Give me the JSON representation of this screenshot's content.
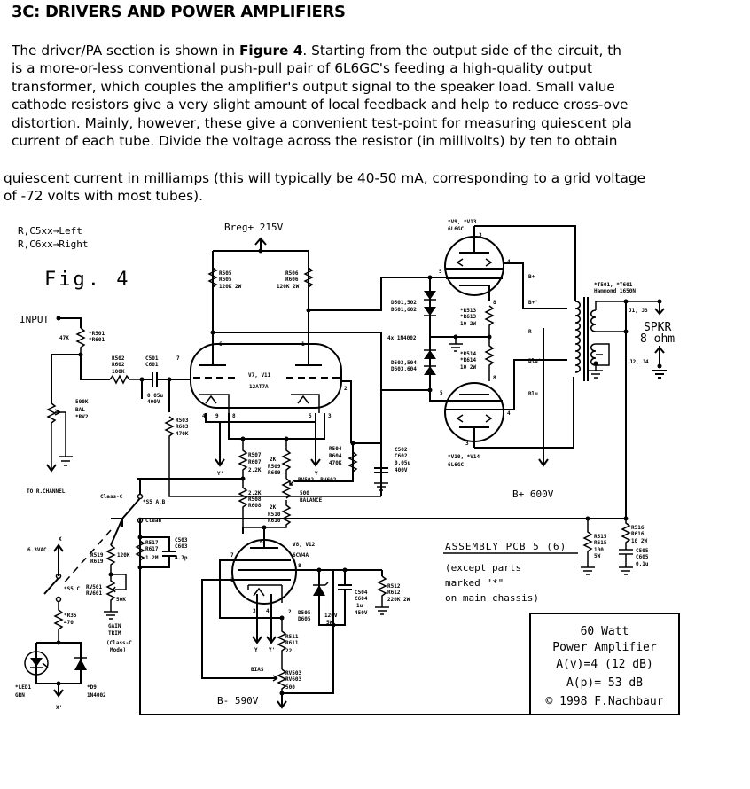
{
  "heading": "3C: DRIVERS AND POWER AMPLIFIERS",
  "paragraph": {
    "lines": [
      {
        "pre": "The driver/PA section is shown in ",
        "bold": "Figure 4",
        "post": ". Starting from the output side of the circuit, th"
      },
      {
        "text": "is a more-or-less conventional push-pull pair of 6L6GC's feeding a high-quality output"
      },
      {
        "text": "transformer, which couples the amplifier's output signal to the speaker load. Small value"
      },
      {
        "text": "cathode resistors give a very slight amount of local feedback and help to reduce cross-ove"
      },
      {
        "text": "distortion. Mainly, however, these give a convenient test-point for measuring quiescent pla"
      },
      {
        "text": "current of each tube. Divide the voltage across the resistor (in millivolts) by ten to obtain"
      }
    ],
    "continuation": [
      "quiescent current in milliamps (this will typically be 40-50 mA, corresponding to a grid voltage",
      "of -72 volts with most tubes)."
    ]
  },
  "figure": {
    "title": "Fig. 4",
    "legend": [
      "R,C5xx→Left",
      "R,C6xx→Right"
    ],
    "rails": {
      "breg": "Breg+ 215V",
      "bplus": "B+ 600V",
      "bminus": "B- 590V"
    },
    "input_label": "INPUT",
    "speaker": {
      "label": "SPKR",
      "impedance": "8 ohm",
      "jacks_top": "J1, J3",
      "jacks_bottom": "J2, J4"
    },
    "transformer": {
      "ref": "*T501, *T601",
      "model": "Hammond 1650N",
      "taps": [
        "B+",
        "B+'",
        "R",
        "Blu'",
        "Blu"
      ]
    },
    "tubes": {
      "driver": {
        "ref": "V7, V11",
        "type": "12AT7A",
        "pins": [
          "6",
          "1",
          "7",
          "2",
          "4",
          "9",
          "8",
          "5",
          "3"
        ]
      },
      "output_top": {
        "ref": "*V9, *V13",
        "type": "6L6GC",
        "pins": [
          "3",
          "5",
          "4",
          "8"
        ]
      },
      "output_bottom": {
        "ref": "*V10, *V14",
        "type": "6L6GC",
        "pins": [
          "8",
          "1",
          "5",
          "4",
          "3"
        ]
      },
      "bias": {
        "ref": "V8, V12",
        "type": "6CW4A",
        "pins": [
          "6",
          "7",
          "1",
          "8",
          "3",
          "4",
          "2"
        ]
      }
    },
    "components": {
      "r501": [
        "*R501",
        "*R601",
        "47K"
      ],
      "r502": [
        "R502",
        "R602",
        "100K"
      ],
      "c501": [
        "C501",
        "C601",
        "0.05u",
        "400V"
      ],
      "r503": [
        "R503",
        "R603",
        "470K"
      ],
      "r504": [
        "R504",
        "R604",
        "470K"
      ],
      "r505": [
        "R505",
        "R605",
        "120K 2W"
      ],
      "r506": [
        "R506",
        "R606",
        "120K 2W"
      ],
      "r507": [
        "R507",
        "R607",
        "2.2K"
      ],
      "r508": [
        "2.2K",
        "R508",
        "R608"
      ],
      "r509": [
        "2K",
        "R509",
        "R609"
      ],
      "r510": [
        "2K",
        "R510",
        "R610"
      ],
      "rv502": [
        "RV502, RV602",
        "500",
        "BALANCE"
      ],
      "c502": [
        "C502",
        "C602",
        "0.05u",
        "400V"
      ],
      "diodes": [
        "D501,502",
        "D601,602",
        "4x 1N4002",
        "D503,504",
        "D603,604"
      ],
      "r513": [
        "*R513",
        "*R613",
        "10 2W"
      ],
      "r514": [
        "*R514",
        "*R614",
        "10 2W"
      ],
      "rv2": [
        "500K",
        "BAL",
        "*RV2"
      ],
      "to_r": "TO R.CHANNEL",
      "switch": [
        "Class-C",
        "*S5 A,B",
        "Clean"
      ],
      "r517": [
        "R517",
        "R617",
        "1.2M"
      ],
      "c503": [
        "C503",
        "C603",
        "4.7p"
      ],
      "r519": [
        "R519",
        "R619",
        "120K"
      ],
      "rv501": [
        "RV501",
        "RV601",
        "50K"
      ],
      "gain": [
        "GAIN",
        "TRIM",
        "(Class-C",
        "Mode)"
      ],
      "s5c": [
        "6.3VAC",
        "X",
        "*S5 C"
      ],
      "r35": [
        "*R35",
        "470"
      ],
      "led": [
        "*LED1",
        "GRN"
      ],
      "d9": [
        "*D9",
        "1N4002"
      ],
      "xprime": "X'",
      "r511": [
        "R511",
        "R611",
        "22"
      ],
      "rv503": [
        "BIAS",
        "RV503",
        "RV603",
        "500"
      ],
      "d505": [
        "D505",
        "D605",
        "120V",
        "5W"
      ],
      "c504": [
        "C504",
        "C604",
        "1u",
        "450V"
      ],
      "r512": [
        "R512",
        "R612",
        "220K 2W"
      ],
      "r515": [
        "R515",
        "R615",
        "100",
        "5W"
      ],
      "r516": [
        "R516",
        "R616",
        "10 2W"
      ],
      "c505": [
        "C505",
        "C605",
        "0.1u"
      ],
      "yy": [
        "Y",
        "Y'"
      ]
    },
    "assembly_note": {
      "title": "ASSEMBLY PCB 5 (6)",
      "lines": [
        "(except parts",
        "marked \"*\"",
        "on main chassis)"
      ]
    },
    "title_block": [
      "60 Watt",
      "Power Amplifier",
      "A(v)=4   (12 dB)",
      "A(p)= 53 dB",
      "© 1998 F.Nachbaur"
    ]
  }
}
